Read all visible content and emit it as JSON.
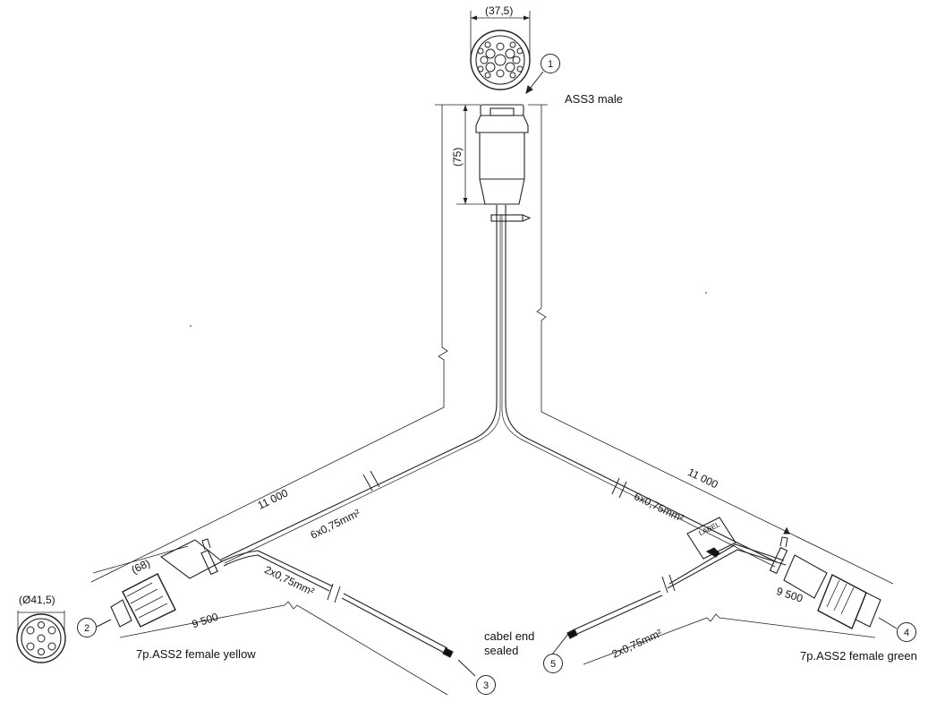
{
  "connectors": {
    "ass3_male": "ASS3 male",
    "female_yellow": "7p.ASS2 female yellow",
    "female_green": "7p.ASS2 female green",
    "cable_end": [
      "cabel end",
      "sealed"
    ]
  },
  "dimensions": {
    "top_width": "(37,5)",
    "top_length": "(75)",
    "left_length": "11 000",
    "right_length": "11 000",
    "left_connector": "(68)",
    "left_diameter": "(Ø41,5)",
    "left_branch": "9 500",
    "right_branch": "9 500"
  },
  "cables": {
    "main_left": "6x0,75mm²",
    "main_right": "6x0,75mm²",
    "branch_left": "2x0,75mm²",
    "branch_right": "2x0,75mm²"
  },
  "label_tag": "LABEL",
  "callouts": [
    "1",
    "2",
    "3",
    "4",
    "5"
  ]
}
